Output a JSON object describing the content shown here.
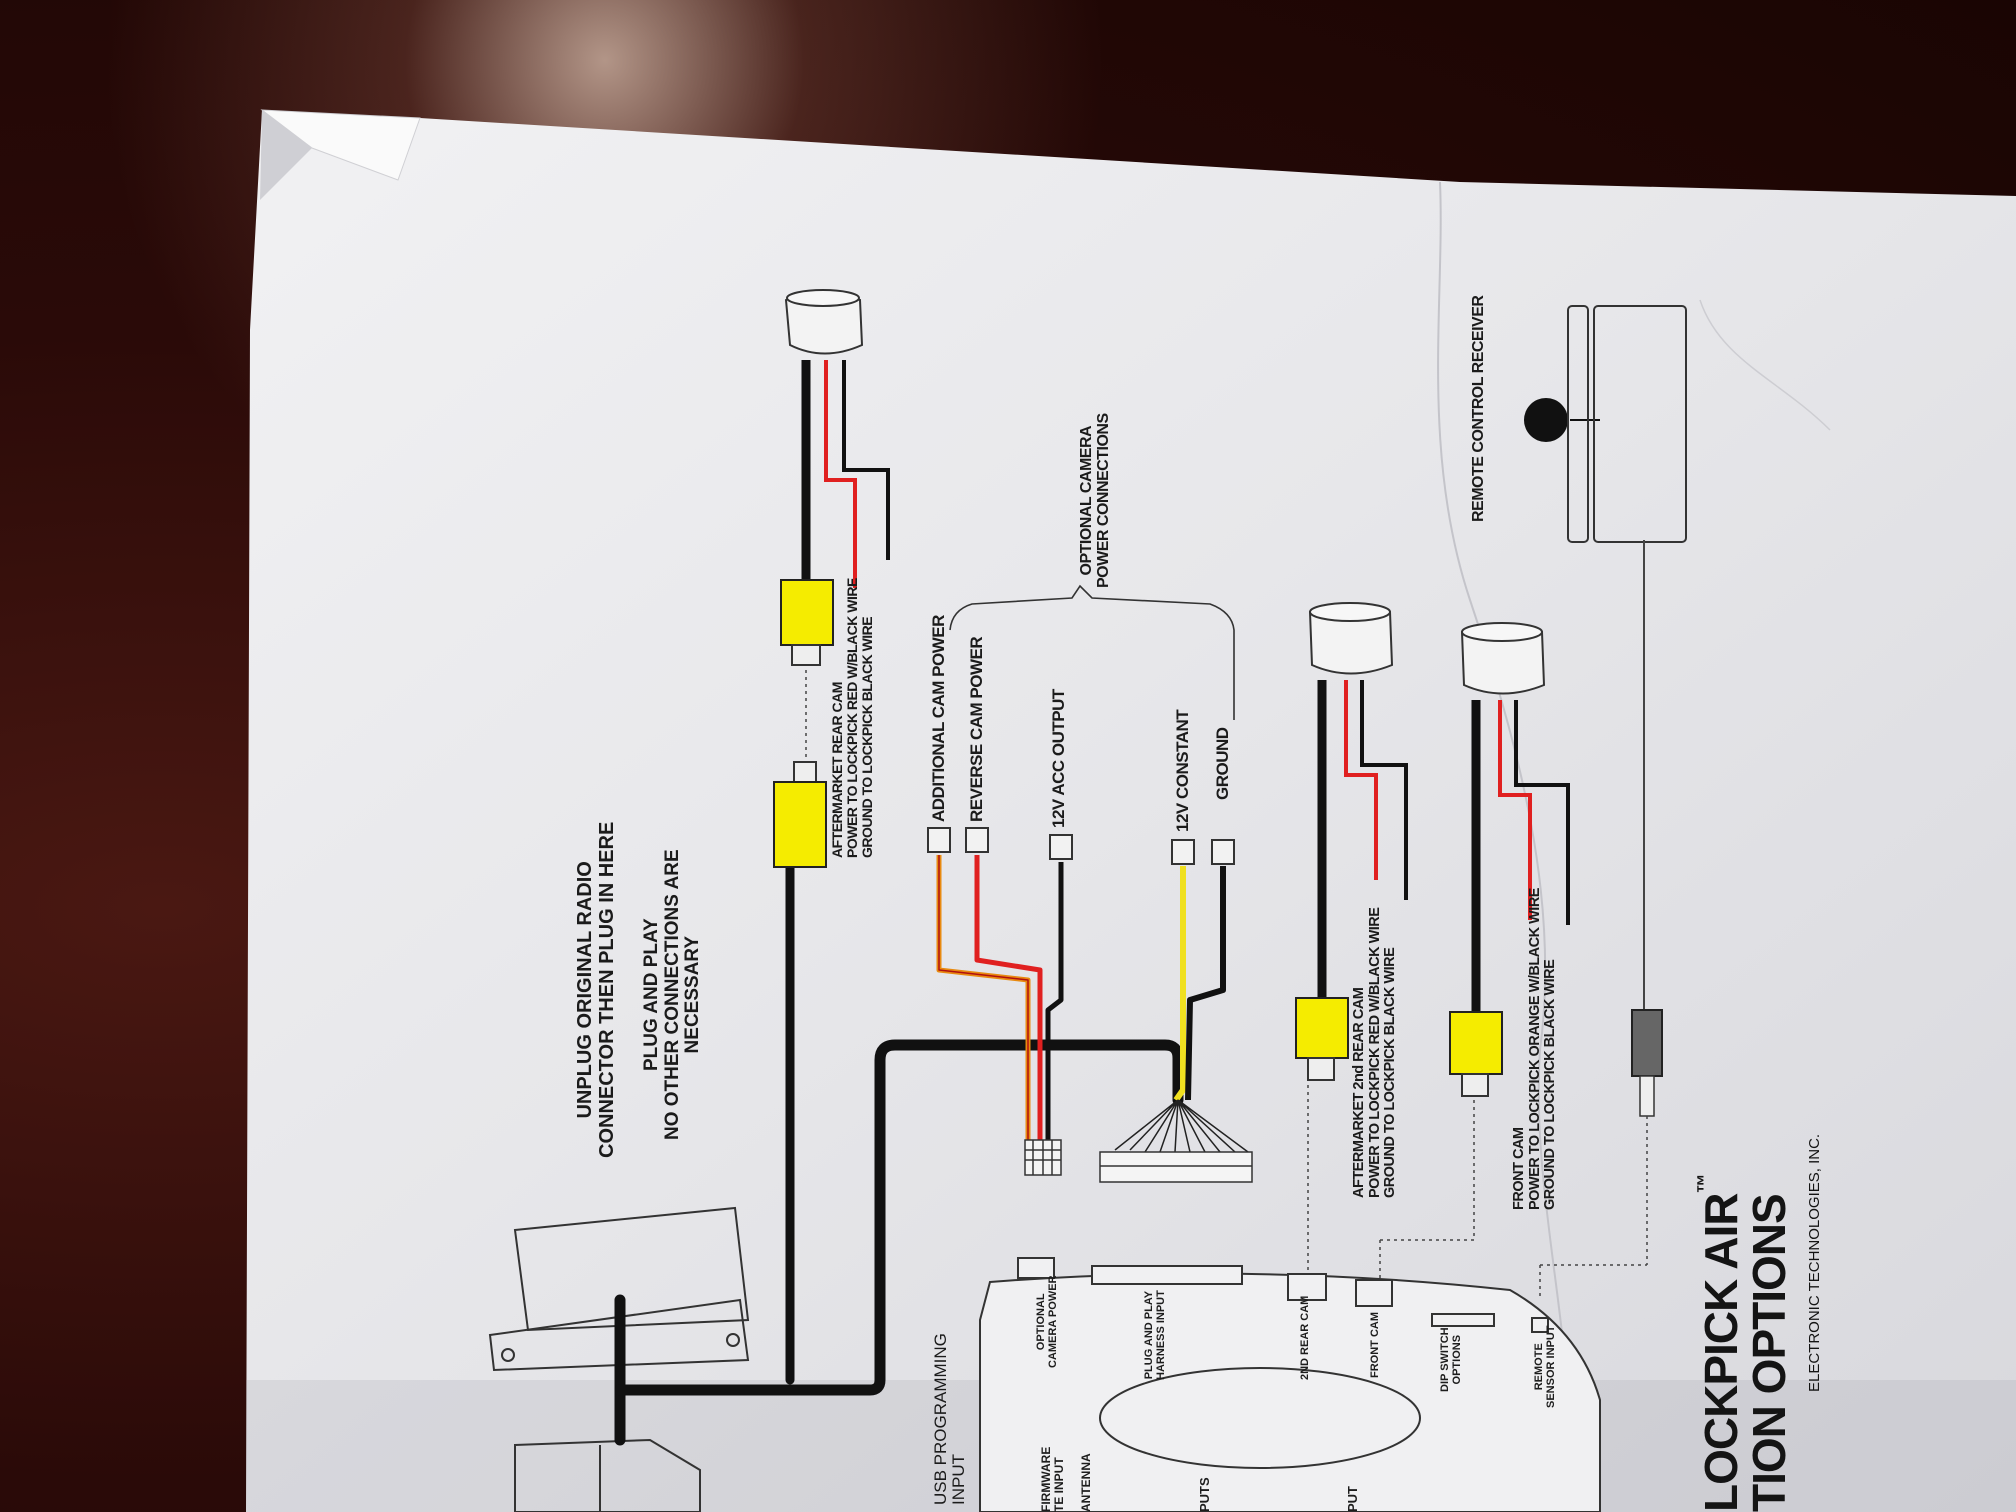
{
  "labels": {
    "unplug_line1": "UNPLUG ORIGINAL RADIO",
    "unplug_line2": "CONNECTOR THEN PLUG IN HERE",
    "plug_line1": "PLUG AND PLAY",
    "plug_line2": "NO OTHER CONNECTIONS ARE",
    "plug_line3": "NECESSARY",
    "rear_cam_line1": "AFTERMARKET REAR CAM",
    "rear_cam_line2": "POWER TO LOCKPICK RED W/BLACK WIRE",
    "rear_cam_line3": "GROUND TO LOCKPICK BLACK WIRE",
    "additional_cam_power": "ADDITIONAL CAM POWER",
    "reverse_cam_power": "REVERSE CAM POWER",
    "acc_output": "12V ACC OUTPUT",
    "constant": "12V CONSTANT",
    "ground": "GROUND",
    "optional_line1": "OPTIONAL CAMERA",
    "optional_line2": "POWER CONNECTIONS",
    "remote_receiver": "REMOTE CONTROL RECEIVER",
    "second_cam_line1": "AFTERMARKET 2nd REAR CAM",
    "second_cam_line2": "POWER TO LOCKPICK RED W/BLACK WIRE",
    "second_cam_line3": "GROUND TO LOCKPICK BLACK WIRE",
    "front_cam_line1": "FRONT CAM",
    "front_cam_line2": "POWER TO LOCKPICK ORANGE W/BLACK WIRE",
    "front_cam_line3": "GROUND TO LOCKPICK BLACK WIRE",
    "usb_line1": "USB PROGRAMMING",
    "usb_line2": "INPUT",
    "firmware_line1": "FIRMWARE",
    "firmware_line2": "TE INPUT",
    "antenna": "ANTENNA",
    "puts": "PUTS",
    "put": "PUT"
  },
  "ports": {
    "optional_camera_power_1": "OPTIONAL",
    "optional_camera_power_2": "CAMERA POWER",
    "plug_play_1": "PLUG AND PLAY",
    "plug_play_2": "HARNESS INPUT",
    "second_rear_cam": "2ND REAR CAM",
    "front_cam": "FRONT CAM",
    "dip_1": "DIP SWITCH",
    "dip_2": "OPTIONS",
    "remote_1": "REMOTE",
    "remote_2": "SENSOR INPUT"
  },
  "title": {
    "line1": "LOCKPICK AIR",
    "tm": "™",
    "line2": "TION OPTIONS",
    "company": "ELECTRONIC TECHNOLOGIES, INC."
  },
  "colors": {
    "paper": "#e9e9ec",
    "wire_red": "#e02020",
    "wire_yellow": "#f0e020",
    "wire_orange": "#e88a10",
    "connector_yellow": "#f5ec00"
  }
}
